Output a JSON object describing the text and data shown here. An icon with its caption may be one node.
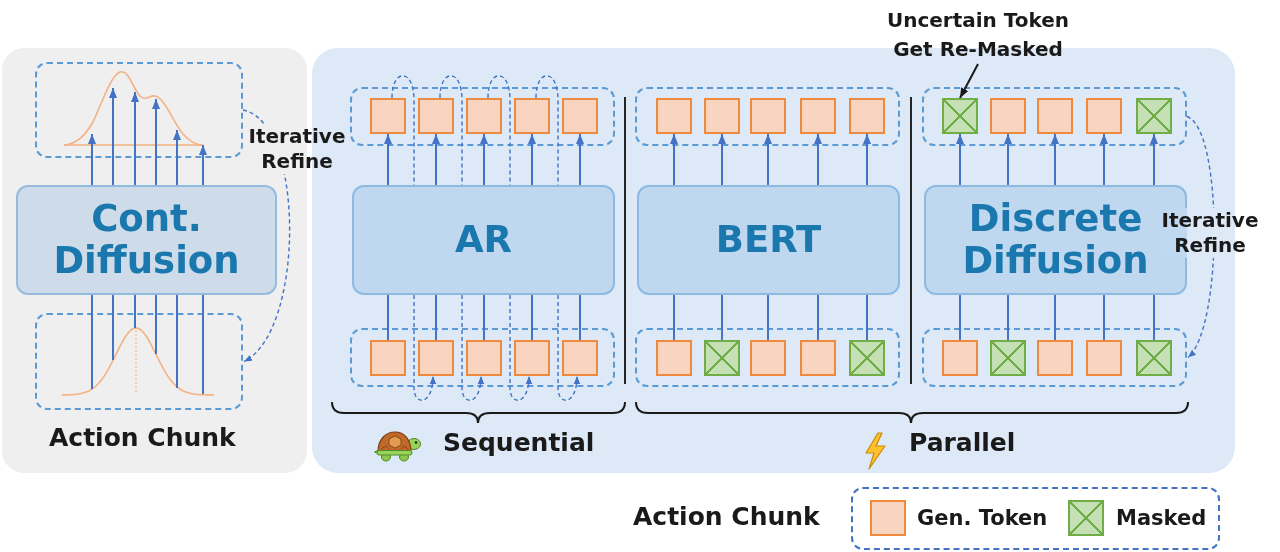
{
  "diagram": {
    "nodes": [
      {
        "text": [
          "Action Chunk"
        ]
      },
      {
        "text": [],
        "shape": "box",
        "in": 0
      },
      {
        "text": [
          "Cont. Diffusion"
        ],
        "in": 0
      },
      {
        "text": [],
        "shape": "box",
        "in": 0
      },
      {
        "text": [],
        "shape": "box"
      },
      {
        "text": [],
        "shape": "box",
        "in": 4
      },
      {
        "text": [],
        "shape": "box",
        "in": 5
      },
      {
        "text": [],
        "shape": "box",
        "in": 5
      },
      {
        "text": [],
        "shape": "box",
        "in": 5
      },
      {
        "text": [],
        "shape": "box",
        "in": 5
      },
      {
        "text": [],
        "shape": "box",
        "in": 5
      },
      {
        "text": [
          "AR"
        ],
        "in": 4
      },
      {
        "text": [],
        "shape": "box",
        "in": 4
      },
      {
        "text": [],
        "shape": "box",
        "in": 12
      },
      {
        "text": [],
        "shape": "box",
        "in": 12
      },
      {
        "text": [],
        "shape": "box",
        "in": 12
      },
      {
        "text": [],
        "shape": "box",
        "in": 12
      },
      {
        "text": [],
        "shape": "box",
        "in": 12
      },
      {
        "text": [],
        "shape": "box",
        "in": 4
      },
      {
        "text": [],
        "shape": "box",
        "in": 18
      },
      {
        "text": [],
        "shape": "box",
        "in": 18
      },
      {
        "text": [],
        "shape": "box",
        "in": 18
      },
      {
        "text": [],
        "shape": "box",
        "in": 18
      },
      {
        "text": [],
        "shape": "box",
        "in": 18
      },
      {
        "text": [
          "BERT"
        ],
        "in": 4
      },
      {
        "text": [],
        "shape": "box",
        "in": 4
      },
      {
        "text": [],
        "shape": "box",
        "in": 25
      },
      {
        "text": [],
        "shape": "cross",
        "in": 25
      },
      {
        "text": [],
        "shape": "box",
        "in": 25
      },
      {
        "text": [],
        "shape": "box",
        "in": 25
      },
      {
        "text": [],
        "shape": "cross",
        "in": 25
      },
      {
        "text": [
          "Uncertain Token Get Re-Masked"
        ]
      },
      {
        "text": [],
        "shape": "box",
        "in": 4
      },
      {
        "text": [],
        "shape": "cross",
        "in": 32
      },
      {
        "text": [],
        "shape": "box",
        "in": 32
      },
      {
        "text": [],
        "shape": "box",
        "in": 32
      },
      {
        "text": [],
        "shape": "box",
        "in": 32
      },
      {
        "text": [],
        "shape": "cross",
        "in": 32
      },
      {
        "text": [
          "Discrete Diffusion"
        ],
        "in": 4
      },
      {
        "text": [],
        "shape": "box",
        "in": 4
      },
      {
        "text": [],
        "shape": "box",
        "in": 39
      },
      {
        "text": [],
        "shape": "cross",
        "in": 39
      },
      {
        "text": [],
        "shape": "box",
        "in": 39
      },
      {
        "text": [],
        "shape": "box",
        "in": 39
      },
      {
        "text": [],
        "shape": "cross",
        "in": 39
      }
    ],
    "edges": [
      {
        "from": 3,
        "to": 2,
        "arrow": "none"
      },
      {
        "from": 2,
        "to": 1,
        "arrow": "to"
      },
      {
        "from": 3,
        "to": 2,
        "arrow": "none"
      },
      {
        "from": 2,
        "to": 1,
        "arrow": "to"
      },
      {
        "from": 3,
        "to": 2,
        "arrow": "none"
      },
      {
        "from": 2,
        "to": 1,
        "arrow": "to"
      },
      {
        "from": 3,
        "to": 2,
        "arrow": "none"
      },
      {
        "from": 2,
        "to": 1,
        "arrow": "to"
      },
      {
        "from": 3,
        "to": 2,
        "arrow": "none"
      },
      {
        "from": 2,
        "to": 1,
        "arrow": "to"
      },
      {
        "from": 3,
        "to": 2,
        "arrow": "none"
      },
      {
        "from": 2,
        "to": 1,
        "arrow": "to"
      },
      {
        "from": 1,
        "to": 3,
        "arrow": "to",
        "label": "Iterative Refine",
        "style": "dashed"
      },
      {
        "from": 13,
        "to": 11,
        "arrow": "none"
      },
      {
        "from": 11,
        "to": 6,
        "arrow": "to"
      },
      {
        "from": 14,
        "to": 11,
        "arrow": "none"
      },
      {
        "from": 11,
        "to": 7,
        "arrow": "to"
      },
      {
        "from": 15,
        "to": 11,
        "arrow": "none"
      },
      {
        "from": 11,
        "to": 8,
        "arrow": "to"
      },
      {
        "from": 16,
        "to": 11,
        "arrow": "none"
      },
      {
        "from": 11,
        "to": 9,
        "arrow": "to"
      },
      {
        "from": 17,
        "to": 11,
        "arrow": "none"
      },
      {
        "from": 11,
        "to": 10,
        "arrow": "to"
      },
      {
        "from": 6,
        "to": 11,
        "arrow": "none",
        "style": "dashed"
      },
      {
        "from": 11,
        "to": 14,
        "arrow": "to",
        "style": "dashed"
      },
      {
        "from": 7,
        "to": 11,
        "arrow": "none",
        "style": "dashed"
      },
      {
        "from": 11,
        "to": 15,
        "arrow": "to",
        "style": "dashed"
      },
      {
        "from": 8,
        "to": 11,
        "arrow": "none",
        "style": "dashed"
      },
      {
        "from": 11,
        "to": 16,
        "arrow": "to",
        "style": "dashed"
      },
      {
        "from": 9,
        "to": 11,
        "arrow": "none",
        "style": "dashed"
      },
      {
        "from": 11,
        "to": 17,
        "arrow": "to",
        "style": "dashed"
      },
      {
        "from": 26,
        "to": 24,
        "arrow": "none"
      },
      {
        "from": 24,
        "to": 19,
        "arrow": "to"
      },
      {
        "from": 27,
        "to": 24,
        "arrow": "none"
      },
      {
        "from": 24,
        "to": 20,
        "arrow": "to"
      },
      {
        "from": 28,
        "to": 24,
        "arrow": "none"
      },
      {
        "from": 24,
        "to": 21,
        "arrow": "to"
      },
      {
        "from": 29,
        "to": 24,
        "arrow": "none"
      },
      {
        "from": 24,
        "to": 22,
        "arrow": "to"
      },
      {
        "from": 30,
        "to": 24,
        "arrow": "none"
      },
      {
        "from": 24,
        "to": 23,
        "arrow": "to"
      },
      {
        "from": 31,
        "to": 33,
        "arrow": "to",
        "color": "#1a1a1a"
      },
      {
        "from": 40,
        "to": 38,
        "arrow": "none"
      },
      {
        "from": 38,
        "to": 33,
        "arrow": "to"
      },
      {
        "from": 41,
        "to": 38,
        "arrow": "none"
      },
      {
        "from": 38,
        "to": 34,
        "arrow": "to"
      },
      {
        "from": 42,
        "to": 38,
        "arrow": "none"
      },
      {
        "from": 38,
        "to": 35,
        "arrow": "to"
      },
      {
        "from": 43,
        "to": 38,
        "arrow": "none"
      },
      {
        "from": 38,
        "to": 36,
        "arrow": "to"
      },
      {
        "from": 44,
        "to": 38,
        "arrow": "none"
      },
      {
        "from": 38,
        "to": 37,
        "arrow": "to"
      },
      {
        "from": 32,
        "to": 39,
        "arrow": "to",
        "label": "Iterative Refine",
        "style": "dashed"
      }
    ],
    "labels": [
      "Sequential",
      "Parallel",
      "Action Chunk"
    ],
    "legend": [
      {
        "text": "Gen. Token",
        "color": "#f9d5c0"
      },
      {
        "text": "Masked",
        "color": "#c5e0b4"
      }
    ]
  }
}
